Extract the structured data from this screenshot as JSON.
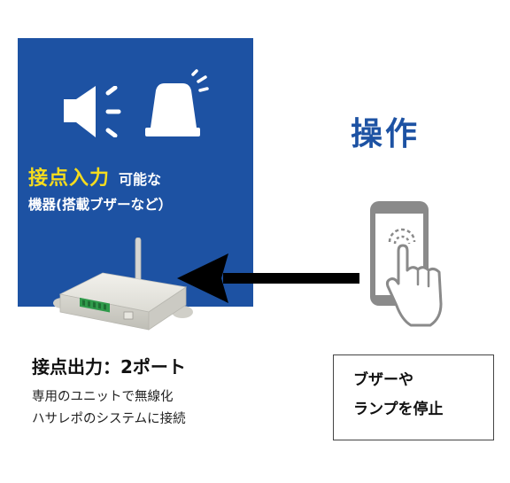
{
  "panel": {
    "label_highlight": "接点入力",
    "label_suffix": "可能な",
    "label_line2": "機器(搭載ブザーなど）"
  },
  "operation": {
    "label": "操作"
  },
  "output": {
    "title": "接点出力：2ポート",
    "desc_line1": "専用のユニットで無線化",
    "desc_line2": "ハサレポのシステムに接続"
  },
  "action": {
    "line1": "ブザーや",
    "line2": "ランプを停止"
  },
  "icons": {
    "speaker": "speaker-icon",
    "lamp": "warning-lamp-icon",
    "device": "wireless-unit-device",
    "arrow": "arrow-left-icon",
    "phone": "smartphone-hand-icon"
  },
  "colors": {
    "panel_blue": "#1d52a3",
    "highlight_yellow": "#f5dc1e",
    "operation_blue": "#1d52a3",
    "phone_gray": "#8a8a8a"
  }
}
